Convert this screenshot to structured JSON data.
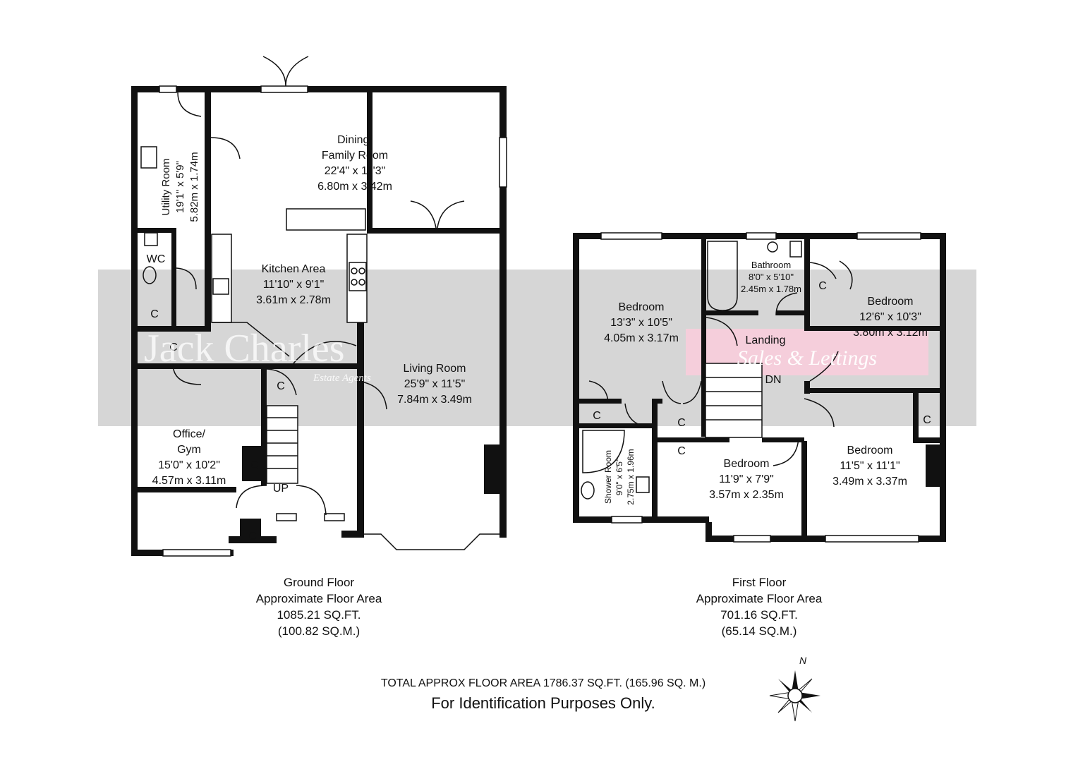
{
  "watermark": {
    "brand": "Jack Charles",
    "brand_sub": "Estate Agents",
    "strap": "Sales & Lettings"
  },
  "ground_floor": {
    "rooms": {
      "dining": {
        "name": "Dining/",
        "name2": "Family Room",
        "imperial": "22'4\" x 11'3\"",
        "metric": "6.80m x 3.42m"
      },
      "utility": {
        "name": "Utility Room",
        "imperial": "19'1\" x 5'9\"",
        "metric": "5.82m x 1.74m"
      },
      "wc": {
        "name": "WC"
      },
      "kitchen": {
        "name": "Kitchen Area",
        "imperial": "11'10\" x 9'1\"",
        "metric": "3.61m x 2.78m"
      },
      "living": {
        "name": "Living Room",
        "imperial": "25'9\" x 11'5\"",
        "metric": "7.84m x 3.49m"
      },
      "office": {
        "name": "Office/",
        "name2": "Gym",
        "imperial": "15'0\" x 10'2\"",
        "metric": "4.57m x 3.11m"
      }
    },
    "cupboard_label": "C",
    "stairs_label": "UP",
    "caption": {
      "title": "Ground Floor",
      "subtitle": "Approximate Floor Area",
      "sqft": "1085.21 SQ.FT.",
      "sqm": "(100.82 SQ.M.)"
    }
  },
  "first_floor": {
    "rooms": {
      "bedroom1": {
        "name": "Bedroom",
        "imperial": "13'3\" x 10'5\"",
        "metric": "4.05m x 3.17m"
      },
      "bathroom": {
        "name": "Bathroom",
        "imperial": "8'0\" x 5'10\"",
        "metric": "2.45m x 1.78m"
      },
      "bedroom2": {
        "name": "Bedroom",
        "imperial": "12'6\" x 10'3\"",
        "metric": "3.80m x 3.12m"
      },
      "landing": {
        "name": "Landing"
      },
      "shower": {
        "name": "Shower Room",
        "imperial": "9'0\" x 6'5\"",
        "metric": "2.75m x 1.96m"
      },
      "bedroom3": {
        "name": "Bedroom",
        "imperial": "11'9\" x 7'9\"",
        "metric": "3.57m x 2.35m"
      },
      "bedroom4": {
        "name": "Bedroom",
        "imperial": "11'5\" x 11'1\"",
        "metric": "3.49m x 3.37m"
      }
    },
    "cupboard_label": "C",
    "stairs_label": "DN",
    "caption": {
      "title": "First Floor",
      "subtitle": "Approximate Floor Area",
      "sqft": "701.16 SQ.FT.",
      "sqm": "(65.14 SQ.M.)"
    }
  },
  "total_area": "TOTAL APPROX FLOOR AREA 1786.37 SQ.FT. (165.96 SQ. M.)",
  "disclaimer": "For Identification Purposes Only.",
  "compass_label": "N"
}
